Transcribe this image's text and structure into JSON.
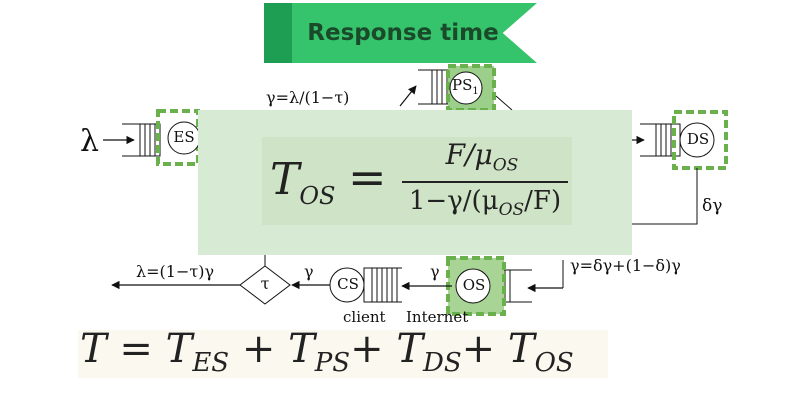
{
  "banner": {
    "title": "Response time"
  },
  "diagram": {
    "arrival_rate": "λ",
    "gamma_eq": "γ=λ/(1−τ)",
    "delta_gamma": "δγ",
    "os_input_eq": "γ=δγ+(1−δ)γ",
    "gamma_left": "γ",
    "gamma_mid": "γ",
    "output_eq": "λ=(1−τ)γ",
    "nodes": {
      "es": "ES",
      "ps_main": "PS",
      "ps_sub": "1",
      "ds": "DS",
      "os": "OS",
      "cs": "CS",
      "tau": "τ"
    },
    "client_label": "client",
    "internet_label": "Internet"
  },
  "formula": {
    "lhs_var": "T",
    "lhs_sub": "OS",
    "equals": "=",
    "num_main": "F/μ",
    "num_sub": "OS",
    "den_prefix": "1−γ/(μ",
    "den_sub": "OS",
    "den_suffix": "/F)"
  },
  "equation": {
    "t": "T",
    "eq": " = ",
    "t1": "T",
    "s1": "ES",
    "p1": " + ",
    "t2": "T",
    "s2": "PS",
    "p2": "+ ",
    "t3": "T",
    "s3": "DS",
    "p3": "+ ",
    "t4": "T",
    "s4": "OS"
  },
  "colors": {
    "banner": "#35c46b",
    "banner_dark": "#1e9e52",
    "highlight_dash": "#6ab04c",
    "panel": "#d6ead4"
  }
}
